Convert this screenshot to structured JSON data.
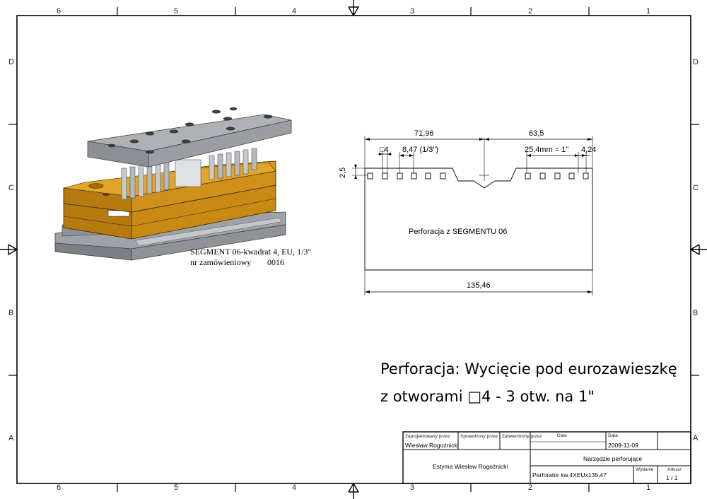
{
  "zones": {
    "columns": [
      "6",
      "5",
      "4",
      "3",
      "2",
      "1"
    ],
    "rows": [
      "D",
      "C",
      "B",
      "A"
    ]
  },
  "model": {
    "caption_line1": "SEGMENT 06-kwadrat 4, EU, 1/3\"",
    "caption_line2": "nr zamówieniowy",
    "order_number": "0016"
  },
  "profile": {
    "dim_left": "71,96",
    "dim_right": "63,5",
    "dim_square": "□4",
    "dim_pitch": "8,47 (1/3\")",
    "dim_inch": "25,4mm = 1\"",
    "dim_end": "4,24",
    "dim_height": "2,5",
    "dim_total": "135,46",
    "label": "Perforacja z SEGMENTU 06"
  },
  "heading": {
    "line1": "Perforacja: Wycięcie pod eurozawieszkę",
    "line2": "z otworami □4 - 3 otw. na 1\""
  },
  "title_block": {
    "designed_by_label": "Zaprojektowany przez",
    "designed_by": "Wiesław Rogożnicki",
    "checked_by_label": "Sprawdzony przez",
    "approved_by_label": "Zatwierdzony przez",
    "date_label_1": "Data",
    "date_label_2": "Data",
    "date": "2009-11-09",
    "company": "Estyma Wiesław Rogożnicki",
    "tool_name": "Narzędzie perforujące",
    "part": "Perforator kw.4XEUx135,47",
    "edition_label": "Wydanie",
    "sheet_label": "Arkusz",
    "sheet": "1 / 1"
  },
  "colors": {
    "gold": "#c88a14",
    "steel": "#a7abb1"
  }
}
